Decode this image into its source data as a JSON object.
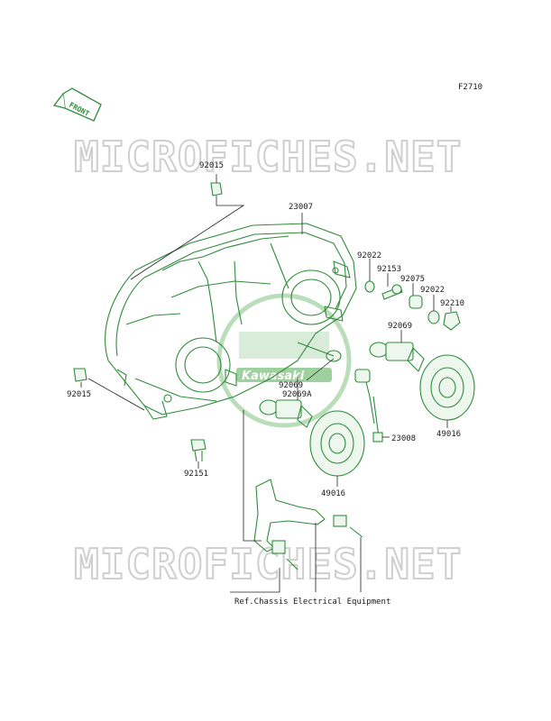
{
  "diagram_code": "F2710",
  "front_label": "FRONT",
  "watermark_top": "MICROFICHES.NET",
  "watermark_bottom": "MICROFICHES.NET",
  "logo_text": "Kawasaki",
  "reference_note": "Ref.Chassis Electrical Equipment",
  "parts": {
    "p92015_top": "92015",
    "p23007": "23007",
    "p92022_a": "92022",
    "p92153": "92153",
    "p92075": "92075",
    "p92022_b": "92022",
    "p92210": "92210",
    "p92069_right": "92069",
    "p92069_left": "92069",
    "p92069A": "92069A",
    "p92015_left": "92015",
    "p92151": "92151",
    "p23008": "23008",
    "p49016_right": "49016",
    "p49016_bottom": "49016"
  },
  "colors": {
    "line_art": "#2e8b3a",
    "text": "#1a1a1a",
    "watermark": "#cfcfcf"
  }
}
